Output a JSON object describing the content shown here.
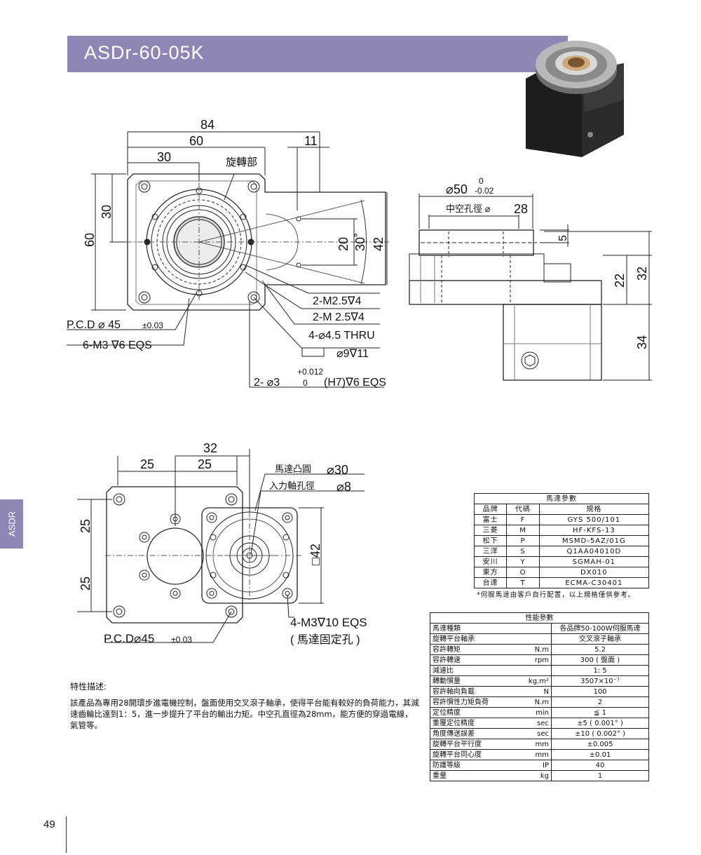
{
  "header": {
    "title": "ASDr-60-05K"
  },
  "side_tab": {
    "label": "ASDR"
  },
  "drawing_top": {
    "dim_84": "84",
    "dim_60": "60",
    "dim_30": "30",
    "dim_11": "11",
    "rotating_part": "旋轉部",
    "left_30": "30",
    "left_60": "60",
    "right_20": "20",
    "right_30deg": "30˚",
    "right_42": "42",
    "m25_a": "2-M2.5∇4",
    "m25_b": "2-M 2.5∇4",
    "thru": "4-⌀4.5 THRU",
    "counterbore": "⌀9∇11",
    "pcd": "P.C.D  ⌀ 45",
    "pcd_tol": "±0.03",
    "m3": "6-M3  ∇6 EQS",
    "pin_prefix": "2- ⌀3",
    "pin_upper": "+0.012",
    "pin_lower": "0",
    "pin_suffix": "(H7)∇6 EQS"
  },
  "drawing_side": {
    "dia50": "⌀50",
    "dia50_upper": "0",
    "dia50_lower": "-0.02",
    "hollow_label": "中空孔徑  ⌀",
    "hollow_value": "28",
    "dim_5": "5",
    "dim_22": "22",
    "dim_32": "32",
    "dim_34": "34"
  },
  "drawing_bottom": {
    "dim_32": "32",
    "dim_25a": "25",
    "dim_25b": "25",
    "motor_boss": "馬達凸圓",
    "motor_boss_val": "⌀30",
    "input_shaft": "入力軸孔徑",
    "input_shaft_val": "⌀8",
    "left_25a": "25",
    "left_25b": "25",
    "sq42": "□42",
    "m3_eqs": "4-M3∇10 EQS",
    "motor_fix": "( 馬達固定孔 )",
    "pcd": "P.C.D⌀45",
    "pcd_tol": "±0.03"
  },
  "features": {
    "title": "特性描述:",
    "body": "該產品為專用28開環步進電機控制，盤面使用交叉滾子軸承，使得平台能有較好的負荷能力，其減速齒輪比達到1：5，進一步提升了平台的輸出力矩。中空孔直徑為28mm，能方便的穿過電線，氣管等。"
  },
  "motor_table": {
    "title": "馬達參數",
    "headers": [
      "品牌",
      "代碼",
      "規格"
    ],
    "rows": [
      [
        "富士",
        "F",
        "GYS 500/101"
      ],
      [
        "三菱",
        "M",
        "HF-KFS-13"
      ],
      [
        "松下",
        "P",
        "MSMD-5AZ/01G"
      ],
      [
        "三洋",
        "S",
        "Q1AA04010D"
      ],
      [
        "安川",
        "Y",
        "SGMAH-01"
      ],
      [
        "東方",
        "O",
        "DX010"
      ],
      [
        "台達",
        "T",
        "ECMA-C30401"
      ]
    ],
    "note": "*伺服馬達由客戶自行配置，以上規格僅供參考。"
  },
  "perf_table": {
    "title": "性能參數",
    "rows": [
      [
        "馬達種類",
        "",
        "各品牌50-100W伺服馬達"
      ],
      [
        "旋轉平台軸承",
        "",
        "交叉滾子軸承"
      ],
      [
        "容許轉矩",
        "N.m",
        "5.2"
      ],
      [
        "容許轉速",
        "rpm",
        "300 ( 盤面 )"
      ],
      [
        "減速比",
        "",
        "1: 5"
      ],
      [
        "轉動慣量",
        "kg.m²",
        "3507×10⁻⁷"
      ],
      [
        "容許軸向負載",
        "N",
        "100"
      ],
      [
        "容許慣性力矩負荷",
        "N.m",
        "2"
      ],
      [
        "定位精度",
        "min",
        "≦ 1"
      ],
      [
        "重覆定位精度",
        "sec",
        "±5 ( 0.001° )"
      ],
      [
        "角度傳送誤差",
        "sec",
        "±10 ( 0.002° )"
      ],
      [
        "旋轉平台平行度",
        "mm",
        "±0.005"
      ],
      [
        "旋轉平台同心度",
        "mm",
        "±0.01"
      ],
      [
        "防護等級",
        "IP",
        "40"
      ],
      [
        "重量",
        "kg",
        "1"
      ]
    ]
  },
  "footer": {
    "page_number": "49"
  }
}
